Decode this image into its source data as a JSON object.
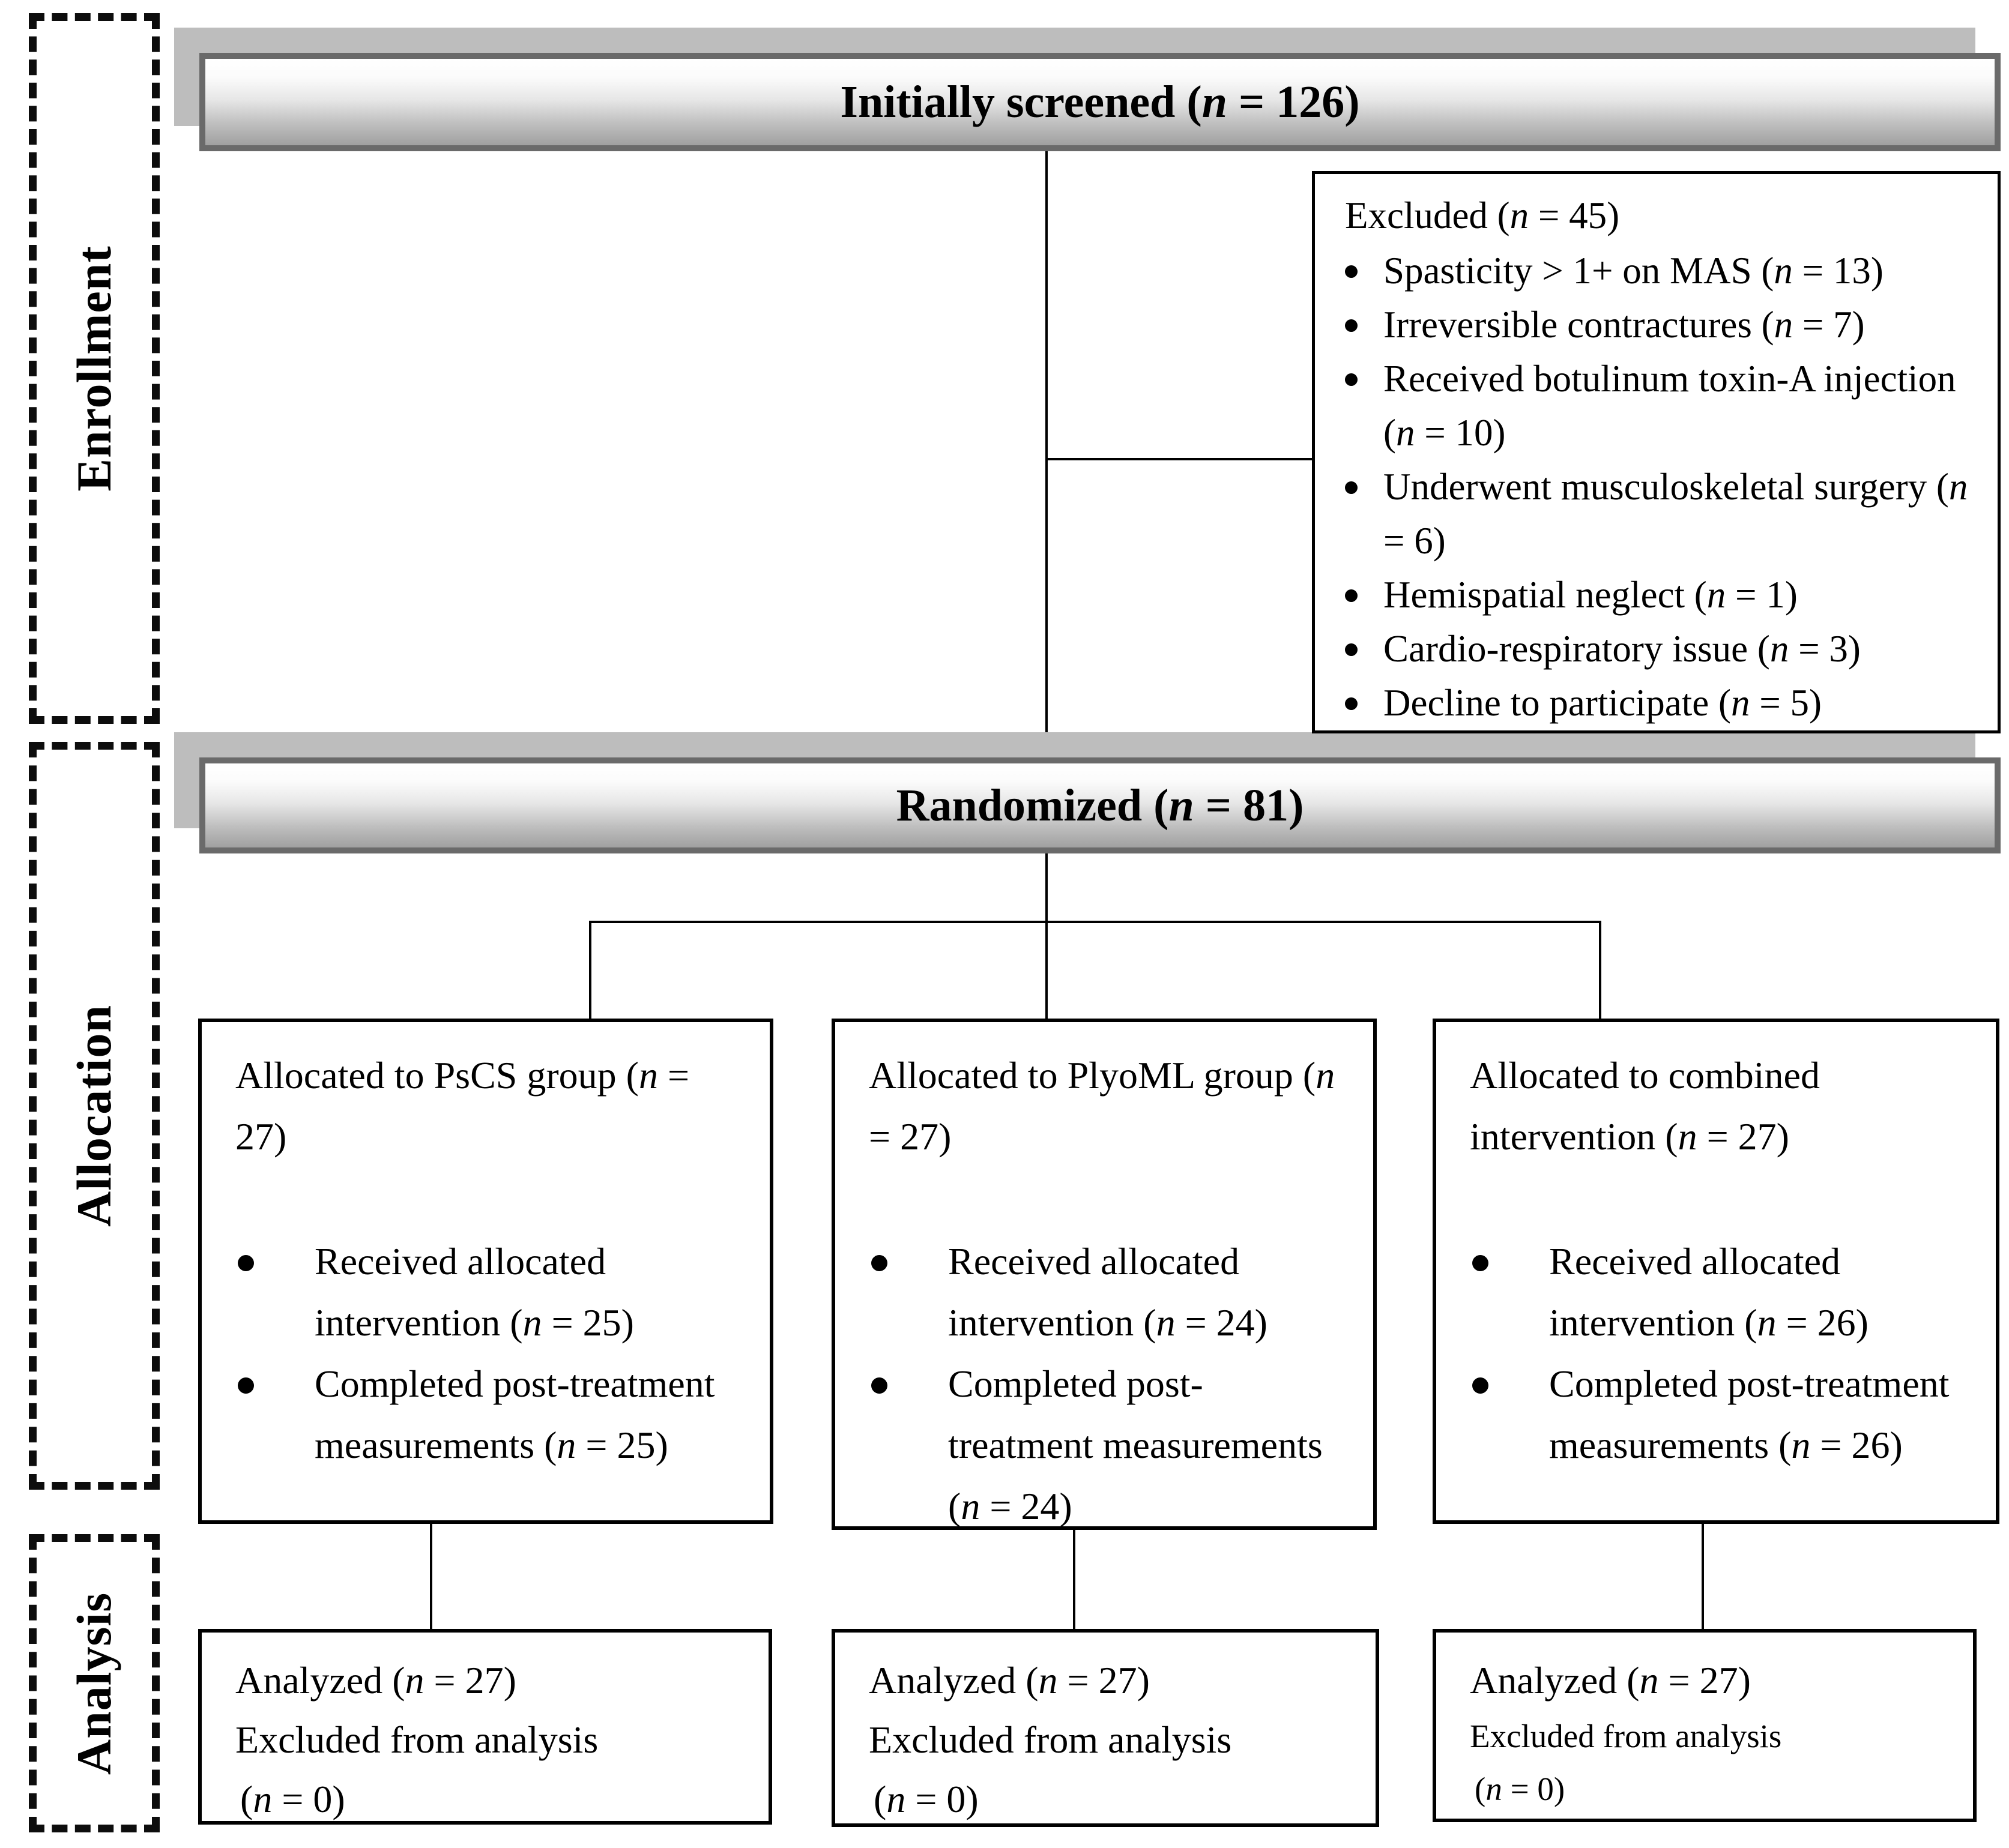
{
  "figure": {
    "kind": "CONSORT participant flow diagram"
  },
  "sidebar": {
    "enrollment_label": "Enrollment",
    "allocation_label": "Allocation",
    "analysis_label": "Analysis"
  },
  "enrollment": {
    "screened_bar": "Initially screened (n = 126)",
    "excluded_box": {
      "title": "Excluded (n = 45)",
      "reasons": [
        "Spasticity > 1+ on MAS (n = 13)",
        "Irreversible contractures (n = 7)",
        "Received botulinum toxin-A injection (n = 10)",
        "Underwent musculoskeletal surgery (n = 6)",
        "Hemispatial neglect (n = 1)",
        "Cardio-respiratory issue (n = 3)",
        "Decline to participate (n = 5)"
      ]
    },
    "randomized_bar": "Randomized (n = 81)"
  },
  "allocation": {
    "groups": [
      {
        "title": "Allocated to PsCS group (n = 27)",
        "bullets": [
          "Received allocated intervention (n = 25)",
          "Completed post-treatment measurements (n = 25)"
        ]
      },
      {
        "title": "Allocated to PlyoML group (n = 27)",
        "bullets": [
          "Received allocated intervention (n = 24)",
          "Completed post-treatment measurements (n = 24)"
        ]
      },
      {
        "title": "Allocated to combined intervention (n = 27)",
        "bullets": [
          "Received allocated intervention (n = 26)",
          "Completed post-treatment measurements (n = 26)"
        ]
      }
    ]
  },
  "analysis": {
    "groups": [
      {
        "analyzed": "Analyzed (n = 27)",
        "excluded_line": "Excluded from analysis",
        "excluded_n": "(n = 0)"
      },
      {
        "analyzed": "Analyzed (n = 27)",
        "excluded_line": "Excluded from analysis",
        "excluded_n": "(n = 0)"
      },
      {
        "analyzed": "Analyzed (n = 27)",
        "excluded_line": "Excluded from analysis",
        "excluded_n": "(n = 0)"
      }
    ]
  },
  "colors": {
    "shadow_gray": "#bdbdbd",
    "bar_border_gray": "#6a6a6a",
    "box_border": "#000000",
    "connector": "#000000"
  }
}
